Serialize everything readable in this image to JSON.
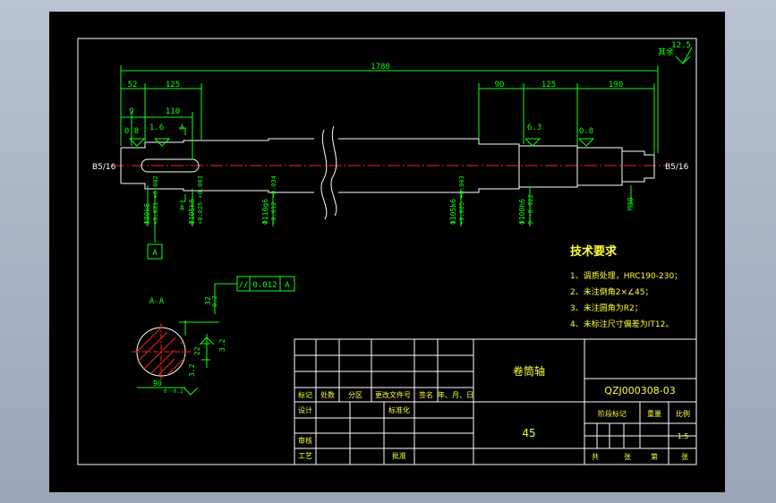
{
  "dims": {
    "overall": "1780",
    "d52": "52",
    "d125a": "125",
    "d9": "9",
    "d110": "110",
    "d90": "90",
    "d125b": "125",
    "d190": "190",
    "r08a": "0.8",
    "r16": "1.6",
    "r63": "6.3",
    "r08b": "0.8",
    "roughness_rest": "12.5",
    "rest_label": "其余",
    "left_center": "B5/16",
    "right_center": "B5/16",
    "datum": "A",
    "dia1": "Φ80k6",
    "dia2": "Φ105k6",
    "dia3": "Φ110g6",
    "dia4": "Φ105k6",
    "dia5": "Φ100h6",
    "thread": "M80",
    "tol1": "+0.021 +0.002",
    "tol2": "+0.025 +0.003",
    "tol3": "-0.012 -0.034",
    "tol4": "+0.025 +0.003",
    "tol5": "0 -0.022"
  },
  "gdt": {
    "symbol": "//",
    "value": "0.012",
    "datum": "A"
  },
  "section": {
    "label": "A-A",
    "dim_width": "32",
    "dim_depth": "0.2",
    "dim_keyw": "22",
    "dim_dia": "90",
    "roughness": "3.2",
    "roughness2": "3.2",
    "depth_tol": "0 -0.2"
  },
  "tech": {
    "title": "技术要求",
    "items": [
      "1、调质处理，HRC190-230；",
      "2、未注倒角2×∠45；",
      "3、未注圆角为R2；",
      "4、未标注尺寸偏差为IT12。"
    ]
  },
  "titleblock": {
    "part_name": "卷筒轴",
    "drawing_no": "QZJ000308-03",
    "material": "45",
    "scale": "1:5",
    "h_biaoji": "标记",
    "h_chushu": "处数",
    "h_fenqu": "分区",
    "h_gaiwenjian": "更改文件号",
    "h_qianming": "签名",
    "h_date": "年、月、日",
    "h_sheji": "设计",
    "h_biaozhunhua": "标准化",
    "h_shenhe": "审核",
    "h_gongyi": "工艺",
    "h_pizhun": "批准",
    "h_jieduan": "阶段标记",
    "h_zhongliang": "重量",
    "h_bili": "比例",
    "h_gong": "共",
    "h_zhang": "张",
    "h_di": "第",
    "h_zhang2": "张"
  }
}
